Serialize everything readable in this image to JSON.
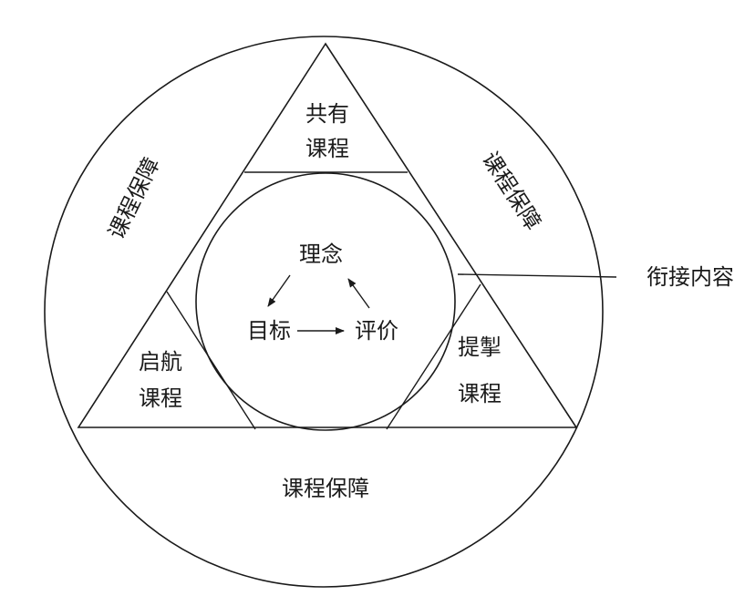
{
  "outer_ring": {
    "label_left": "课程保障",
    "label_right": "课程保障",
    "label_bottom": "课程保障"
  },
  "triangle": {
    "top_corner": {
      "line1": "共有",
      "line2": "课程"
    },
    "left_corner": {
      "line1": "启航",
      "line2": "课程"
    },
    "right_corner": {
      "line1": "提掣",
      "line2": "课程"
    }
  },
  "inner_circle": {
    "concept": "理念",
    "goal": "目标",
    "evaluation": "评价"
  },
  "callout": {
    "label": "衔接内容"
  }
}
